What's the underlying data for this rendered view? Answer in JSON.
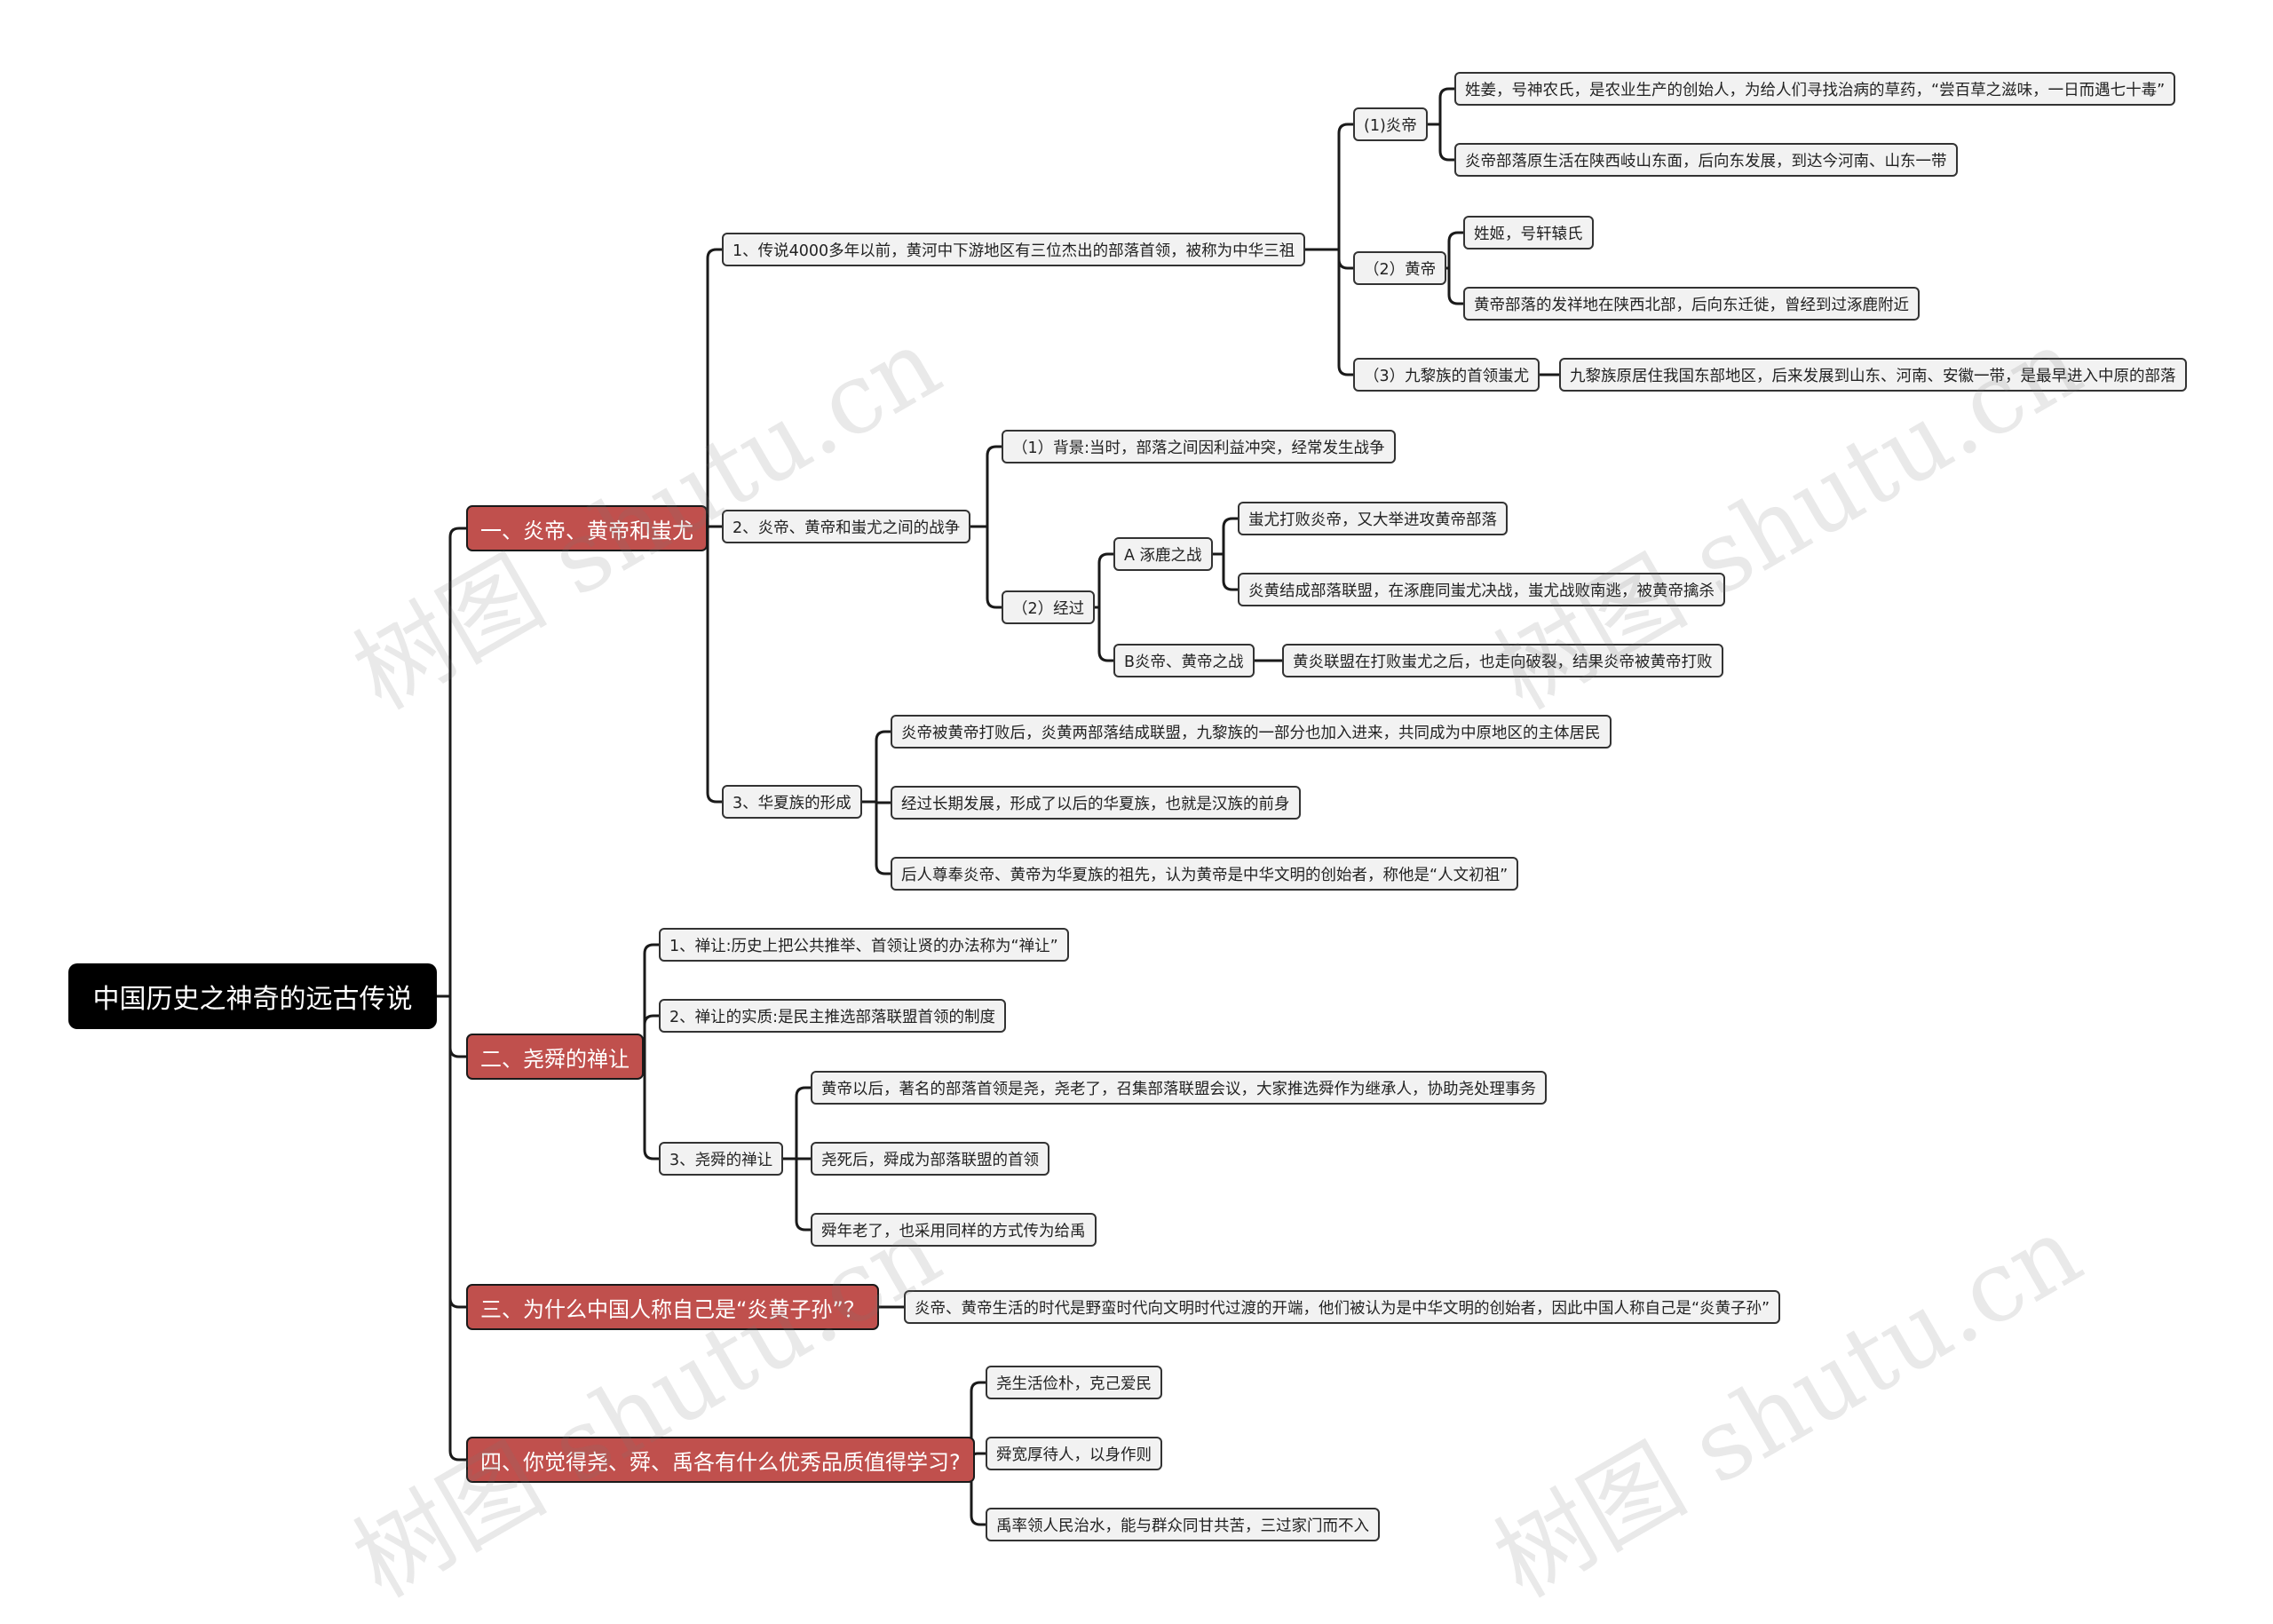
{
  "root": {
    "label": "中国历史之神奇的远古传说"
  },
  "sections": [
    {
      "label": "一、炎帝、黄帝和蚩尤",
      "items": [
        {
          "label": "1、传说4000多年以前，黄河中下游地区有三位杰出的部落首领，被称为中华三祖",
          "items": [
            {
              "label": "(1)炎帝",
              "items": [
                {
                  "label": "姓姜，号神农氏，是农业生产的创始人，为给人们寻找治病的草药，“尝百草之滋味，一日而遇七十毒”"
                },
                {
                  "label": "炎帝部落原生活在陕西岐山东面，后向东发展，到达今河南、山东一带"
                }
              ]
            },
            {
              "label": "（2）黄帝",
              "items": [
                {
                  "label": "姓姬，号轩辕氏"
                },
                {
                  "label": "黄帝部落的发祥地在陕西北部，后向东迁徙，曾经到过涿鹿附近"
                }
              ]
            },
            {
              "label": "（3）九黎族的首领蚩尤",
              "items": [
                {
                  "label": "九黎族原居住我国东部地区，后来发展到山东、河南、安徽一带，是最早进入中原的部落"
                }
              ]
            }
          ]
        },
        {
          "label": "2、炎帝、黄帝和蚩尤之间的战争",
          "items": [
            {
              "label": "（1）背景:当时，部落之间因利益冲突，经常发生战争"
            },
            {
              "label": "（2）经过",
              "items": [
                {
                  "label": "A 涿鹿之战",
                  "items": [
                    {
                      "label": "蚩尤打败炎帝，又大举进攻黄帝部落"
                    },
                    {
                      "label": "炎黄结成部落联盟，在涿鹿同蚩尤决战，蚩尤战败南逃，被黄帝擒杀"
                    }
                  ]
                },
                {
                  "label": "B炎帝、黄帝之战",
                  "items": [
                    {
                      "label": "黄炎联盟在打败蚩尤之后，也走向破裂，结果炎帝被黄帝打败"
                    }
                  ]
                }
              ]
            }
          ]
        },
        {
          "label": "3、华夏族的形成",
          "items": [
            {
              "label": "炎帝被黄帝打败后，炎黄两部落结成联盟，九黎族的一部分也加入进来，共同成为中原地区的主体居民"
            },
            {
              "label": "经过长期发展，形成了以后的华夏族，也就是汉族的前身"
            },
            {
              "label": "后人尊奉炎帝、黄帝为华夏族的祖先，认为黄帝是中华文明的创始者，称他是“人文初祖”"
            }
          ]
        }
      ]
    },
    {
      "label": "二、尧舜的禅让",
      "items": [
        {
          "label": "1、禅让:历史上把公共推举、首领让贤的办法称为“禅让”"
        },
        {
          "label": "2、禅让的实质:是民主推选部落联盟首领的制度"
        },
        {
          "label": "3、尧舜的禅让",
          "items": [
            {
              "label": "黄帝以后，著名的部落首领是尧，尧老了，召集部落联盟会议，大家推选舜作为继承人，协助尧处理事务"
            },
            {
              "label": "尧死后，舜成为部落联盟的首领"
            },
            {
              "label": "舜年老了，也采用同样的方式传为给禹"
            }
          ]
        }
      ]
    },
    {
      "label": "三、为什么中国人称自己是“炎黄子孙”？",
      "items": [
        {
          "label": "炎帝、黄帝生活的时代是野蛮时代向文明时代过渡的开端，他们被认为是中华文明的创始者，因此中国人称自己是“炎黄子孙”"
        }
      ]
    },
    {
      "label": "四、你觉得尧、舜、禹各有什么优秀品质值得学习?",
      "items": [
        {
          "label": "尧生活俭朴，克己爱民"
        },
        {
          "label": "舜宽厚待人，以身作则"
        },
        {
          "label": "禹率领人民治水，能与群众同甘共苦，三过家门而不入"
        }
      ]
    }
  ],
  "watermark": "树图 shutu.cn",
  "colors": {
    "root_bg": "#000000",
    "section_bg": "#c0504d",
    "leaf_bg": "#f2f2f2",
    "line": "#1a1a1a"
  }
}
